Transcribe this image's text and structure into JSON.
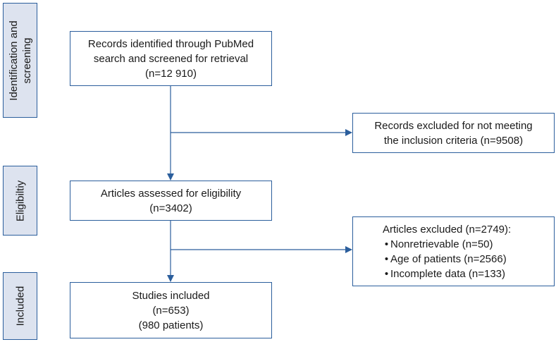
{
  "stages": {
    "identification": {
      "line1": "Identification and",
      "line2": "screening"
    },
    "eligibility": {
      "label": "Eligibiltiy"
    },
    "included": {
      "label": "Included"
    }
  },
  "boxes": {
    "identified": {
      "line1": "Records identified through PubMed",
      "line2": "search and screened for retrieval",
      "line3": "(n=12 910)"
    },
    "excluded_criteria": {
      "line1": "Records excluded for not meeting",
      "line2": "the inclusion criteria (n=9508)"
    },
    "assessed": {
      "line1": "Articles assessed for eligibility",
      "line2": "(n=3402)"
    },
    "excluded_articles": {
      "heading": "Articles excluded (n=2749):",
      "bullet": "•",
      "items": [
        "Nonretrievable (n=50)",
        "Age of patients (n=2566)",
        "Incomplete data (n=133)"
      ]
    },
    "included": {
      "line1": "Studies included",
      "line2": "(n=653)",
      "line3": "(980 patients)"
    }
  },
  "colors": {
    "border": "#2b5e9c",
    "stage_fill": "#dde3ef",
    "arrow": "#2b5e9c"
  }
}
